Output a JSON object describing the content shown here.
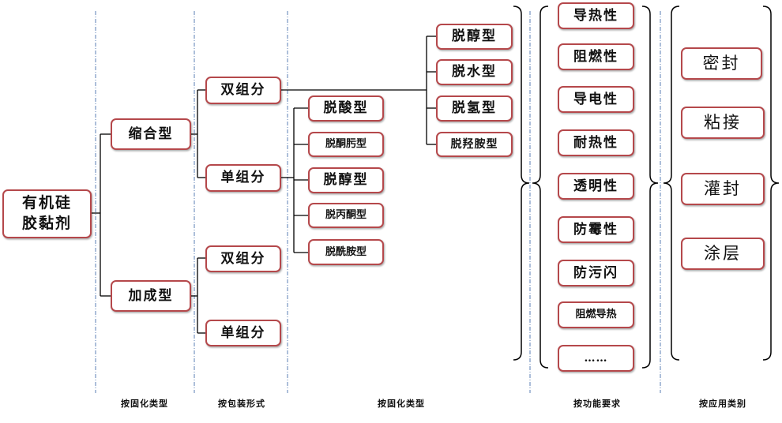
{
  "root": {
    "line1": "有机硅",
    "line2": "胶黏剂"
  },
  "cure_types": {
    "condensation": "缩合型",
    "addition": "加成型"
  },
  "packaging": {
    "condensation_two": "双组分",
    "condensation_one": "单组分",
    "addition_two": "双组分",
    "addition_one": "单组分"
  },
  "two_comp_subtypes": [
    "脱醇型",
    "脱水型",
    "脱氢型",
    "脱羟胺型"
  ],
  "one_comp_subtypes": [
    "脱酸型",
    "脱酮肟型",
    "脱醇型",
    "脱丙酮型",
    "脱酰胺型"
  ],
  "functional_requirements": [
    "导热性",
    "阻燃性",
    "导电性",
    "耐热性",
    "透明性",
    "防霉性",
    "防污闪",
    "阻燃导热",
    "……"
  ],
  "applications": [
    "密封",
    "粘接",
    "灌封",
    "涂层"
  ],
  "captions": {
    "by_cure_1": "按固化类型",
    "by_packaging": "按包装形式",
    "by_cure_2": "按固化类型",
    "by_function": "按功能要求",
    "by_application": "按应用类别"
  },
  "colors": {
    "box_border": "#b5484b",
    "guide_line": "#5b7fb5",
    "connector": "#000000"
  }
}
